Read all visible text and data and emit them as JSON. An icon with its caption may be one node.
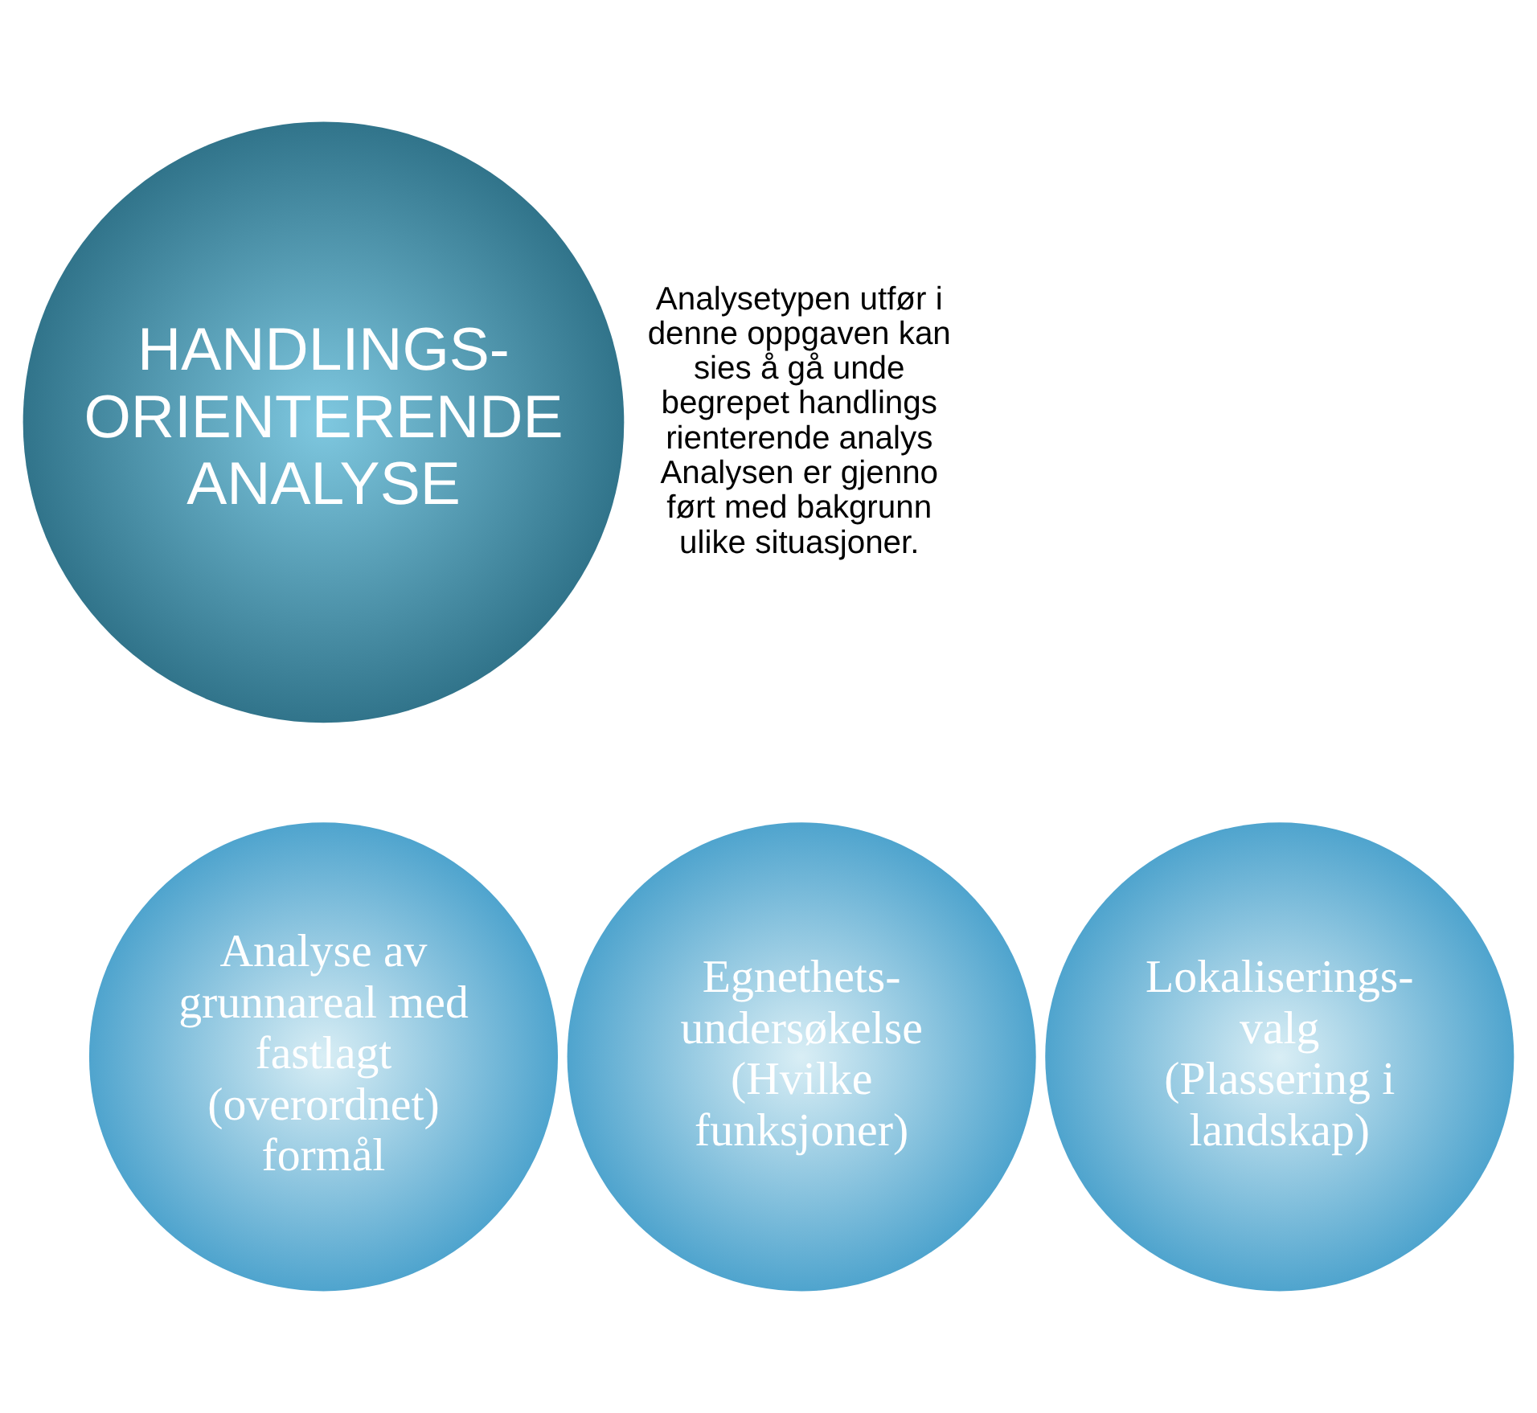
{
  "diagram": {
    "nodes": [
      {
        "text": [
          "HANDLINGS- ORIENTERENDE ANALYSE"
        ]
      },
      {
        "text": [
          "Analyse av grunnareal med fastlagt (overordnet) formål"
        ]
      },
      {
        "text": [
          "Egnethets- undersøkelse (Hvilke funksjoner)"
        ]
      },
      {
        "text": [
          "Lokaliserings- valg (Plassering i landskap)"
        ]
      }
    ],
    "edges": [],
    "labels": [
      "Analysetypen utfør i denne oppgaven kan sies å gå unde begrepet handlings rienterende analys Analysen er gjenno ført med bakgrunn ulike situasjoner."
    ]
  }
}
